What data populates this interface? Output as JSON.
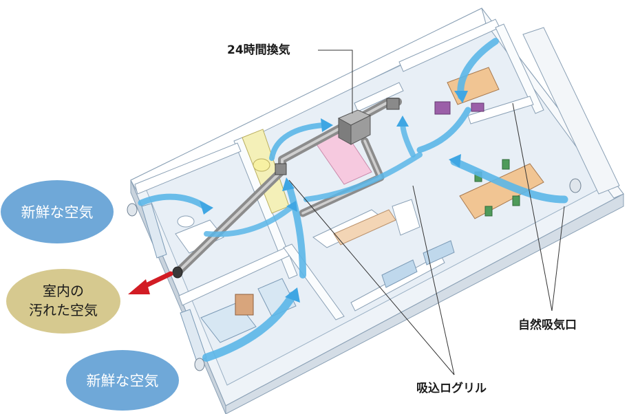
{
  "labels": {
    "ventilation_unit": "24時間換気",
    "natural_inlet": "自然吸気口",
    "intake_grille": "吸込ログリル"
  },
  "bubbles": {
    "fresh_air_top": "新鮮な空気",
    "fresh_air_bottom": "新鮮な空気",
    "dirty_air_line1": "室内の",
    "dirty_air_line2": "汚れた空気"
  },
  "colors": {
    "fresh_air_bubble": "#6fa8d8",
    "dirty_air_bubble": "#d6c98f",
    "airflow_arrow": "#5bb6e8",
    "exhaust_arrow": "#d21c24",
    "duct": "#9a9a9a",
    "wall": "#f4f7fb",
    "floor": "#e6eef6"
  }
}
